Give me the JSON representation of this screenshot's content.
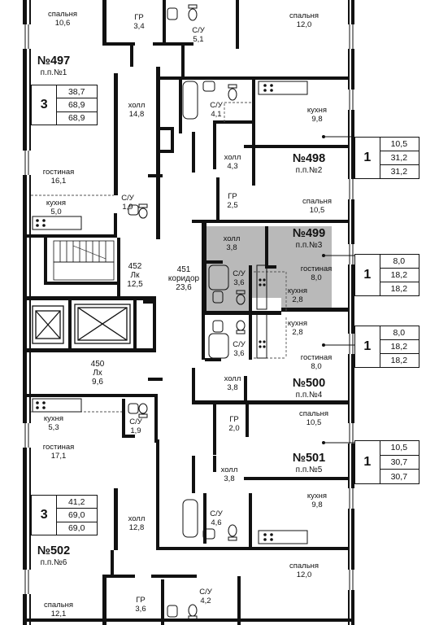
{
  "apartments": [
    {
      "number": "№497",
      "pp": "п.п.№1",
      "rooms": "3",
      "areas": [
        "38,7",
        "68,9",
        "68,9"
      ]
    },
    {
      "number": "№498",
      "pp": "п.п.№2",
      "rooms": "1",
      "areas": [
        "10,5",
        "31,2",
        "31,2"
      ]
    },
    {
      "number": "№499",
      "pp": "п.п.№3",
      "rooms": "1",
      "areas": [
        "8,0",
        "18,2",
        "18,2"
      ]
    },
    {
      "number": "№500",
      "pp": "п.п.№4",
      "rooms": "1",
      "areas": [
        "8,0",
        "18,2",
        "18,2"
      ]
    },
    {
      "number": "№501",
      "pp": "п.п.№5",
      "rooms": "1",
      "areas": [
        "10,5",
        "30,7",
        "30,7"
      ]
    },
    {
      "number": "№502",
      "pp": "п.п.№6",
      "rooms": "3",
      "areas": [
        "41,2",
        "69,0",
        "69,0"
      ]
    }
  ],
  "rooms": {
    "r497_bed1": {
      "name": "спальня",
      "area": "10,6"
    },
    "r497_wc": {
      "name": "ГР",
      "area": "3,4"
    },
    "r497_bath": {
      "name": "С/У",
      "area": "5,1"
    },
    "r497_bed2": {
      "name": "спальня",
      "area": "12,0"
    },
    "r497_hall": {
      "name": "холл",
      "area": "14,8"
    },
    "r497_living": {
      "name": "гостиная",
      "area": "16,1"
    },
    "r497_kitchen": {
      "name": "кухня",
      "area": "5,0"
    },
    "r497_wc2": {
      "name": "С/У",
      "area": "1,9"
    },
    "r498_bath": {
      "name": "С/У",
      "area": "4,1"
    },
    "r498_kitchen": {
      "name": "кухня",
      "area": "9,8"
    },
    "r498_hall": {
      "name": "холл",
      "area": "4,3"
    },
    "r498_gr": {
      "name": "ГР",
      "area": "2,5"
    },
    "r498_bed": {
      "name": "спальня",
      "area": "10,5"
    },
    "r499_hall": {
      "name": "холл",
      "area": "3,8"
    },
    "r499_bath": {
      "name": "С/У",
      "area": "3,6"
    },
    "r499_living": {
      "name": "гостиная",
      "area": "8,0"
    },
    "r499_kitchen": {
      "name": "кухня",
      "area": "2,8"
    },
    "r500_kitchen": {
      "name": "кухня",
      "area": "2,8"
    },
    "r500_bath": {
      "name": "С/У",
      "area": "3,6"
    },
    "r500_living": {
      "name": "гостиная",
      "area": "8,0"
    },
    "r500_hall": {
      "name": "холл",
      "area": "3,8"
    },
    "r501_gr": {
      "name": "ГР",
      "area": "2,0"
    },
    "r501_bed": {
      "name": "спальня",
      "area": "10,5"
    },
    "r501_hall": {
      "name": "холл",
      "area": "3,8"
    },
    "r501_kitchen": {
      "name": "кухня",
      "area": "9,8"
    },
    "r501_bath": {
      "name": "С/У",
      "area": "4,6"
    },
    "r502_kitchen": {
      "name": "кухня",
      "area": "5,3"
    },
    "r502_wc": {
      "name": "С/У",
      "area": "1,9"
    },
    "r502_living": {
      "name": "гостиная",
      "area": "17,1"
    },
    "r502_hall": {
      "name": "холл",
      "area": "12,8"
    },
    "r502_bed2": {
      "name": "спальня",
      "area": "12,0"
    },
    "r502_gr": {
      "name": "ГР",
      "area": "3,6"
    },
    "r502_bath": {
      "name": "С/У",
      "area": "4,2"
    },
    "r502_bed1": {
      "name": "спальня",
      "area": "12,1"
    },
    "common_452": {
      "num": "452",
      "name": "Лк",
      "area": "12,5"
    },
    "common_451": {
      "num": "451",
      "name": "коридор",
      "area": "23,6"
    },
    "common_450": {
      "num": "450",
      "name": "Лх",
      "area": "9,6"
    }
  },
  "colors": {
    "wall": "#111111",
    "highlight": "#b9b9b9",
    "background": "#ffffff"
  }
}
